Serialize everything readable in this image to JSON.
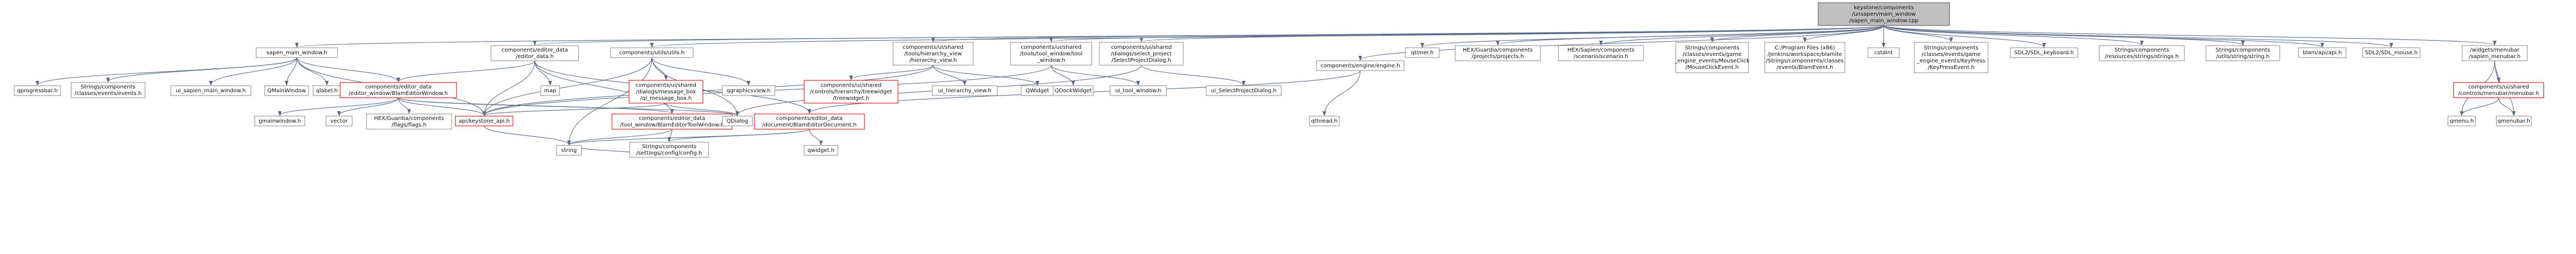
{
  "graph": {
    "nodes": {
      "root": [
        "keystone/components",
        "/unsapen/main_window",
        "/sapen_main_window.cpp"
      ],
      "smw_h": [
        "sapen_main_window.h"
      ],
      "ed_data": [
        "components/editor_data",
        "/editor_data.h"
      ],
      "utils_h": [
        "components/utils/utils.h"
      ],
      "hier_view": [
        "components/ui/shared",
        "/tools/hierarchy_view",
        "/hierarchy_view.h"
      ],
      "tool_window": [
        "components/ui/shared",
        "/tools/tool_window/tool",
        "_window.h"
      ],
      "sel_proj": [
        "components/ui/shared",
        "/dialogs/select_project",
        "/SelectProjectDialog.h"
      ],
      "engine_h": [
        "components/engine/engine.h"
      ],
      "qtimer": [
        "qtimer.h"
      ],
      "projects_h": [
        "HEX/Guardia/components",
        "/projects/projects.h"
      ],
      "scenario_h": [
        "HEX/Sapien/components",
        "/scenario/scenario.h"
      ],
      "mouse_click": [
        "Strings/components",
        "/classes/events/game",
        "_engine_events/MouseClick",
        "/MouseClickEvent.h"
      ],
      "blam_event": [
        "C:/Program Files (x86)",
        "/Jenkins/workspace/blamite",
        "/Strings/components/classes",
        "/events/BlamEvent.h"
      ],
      "cstdint": [
        "cstdint"
      ],
      "key_press": [
        "Strings/components",
        "/classes/events/game",
        "_engine_events/KeyPress",
        "/KeyPressEvent.h"
      ],
      "sdl_keyboard": [
        "SDL2/SDL_keyboard.h"
      ],
      "strings_res": [
        "Strings/components",
        "/resources/strings/strings.h"
      ],
      "utils_string": [
        "Strings/components",
        "/utils/string/string.h"
      ],
      "blam_api": [
        "blam/api/api.h"
      ],
      "sdl_mouse": [
        "SDL2/SDL_mouse.h"
      ],
      "menubar_h": [
        "/widgets/menubar",
        "/sapien_menubar.h"
      ],
      "qprogressbar": [
        "qprogressbar.h"
      ],
      "events_h": [
        "Strings/components",
        "/classes/events/events.h"
      ],
      "ui_smw": [
        "ui_sapien_main_window.h"
      ],
      "qmainwindow": [
        "QMainWindow"
      ],
      "qlabel": [
        "qlabel.h"
      ],
      "blam_editor_win": [
        "components/editor_data",
        "/editor_window/BlamEditorWindow.h"
      ],
      "map": [
        "map"
      ],
      "msg_box": [
        "components/ui/shared",
        "/dialogs/message_box",
        "/ql_message_box.h"
      ],
      "qgraphicsview": [
        "qgraphicsview.h"
      ],
      "treewidget": [
        "components/ui/shared",
        "/controls/hierarchy/treewidget",
        "/treewidget.h"
      ],
      "ui_hier": [
        "ui_hierarchy_view.h"
      ],
      "qwidget": [
        "QWidget"
      ],
      "qdockwidget": [
        "QDockWidget"
      ],
      "ui_tool_win": [
        "ui_tool_window.h"
      ],
      "ui_sel_proj": [
        "ui_SelectProjectDialog.h"
      ],
      "menubar_shared": [
        "components/ui/shared",
        "/controls/menubar/menubar.h"
      ],
      "gmainwindow": [
        "gmainwindow.h"
      ],
      "vector": [
        "vector"
      ],
      "hex_flags": [
        "HEX/Guardia/components",
        "/flags/flags.h"
      ],
      "keystone_api": [
        "api/keystone_api.h"
      ],
      "blam_tool_win": [
        "components/editor_data",
        "/tool_window/BlamEditorToolWindow.h"
      ],
      "qdialog": [
        "QDialog"
      ],
      "blam_doc": [
        "components/editor_data",
        "/document/BlamEditorDocument.h"
      ],
      "qthread": [
        "qthread.h"
      ],
      "qmenu": [
        "qmenu.h"
      ],
      "qmenubar": [
        "qmenubar.h"
      ],
      "string": [
        "string"
      ],
      "config_h": [
        "Strings/components",
        "/settings/config/config.h"
      ],
      "qwidget_h": [
        "qwidget.h"
      ]
    }
  }
}
